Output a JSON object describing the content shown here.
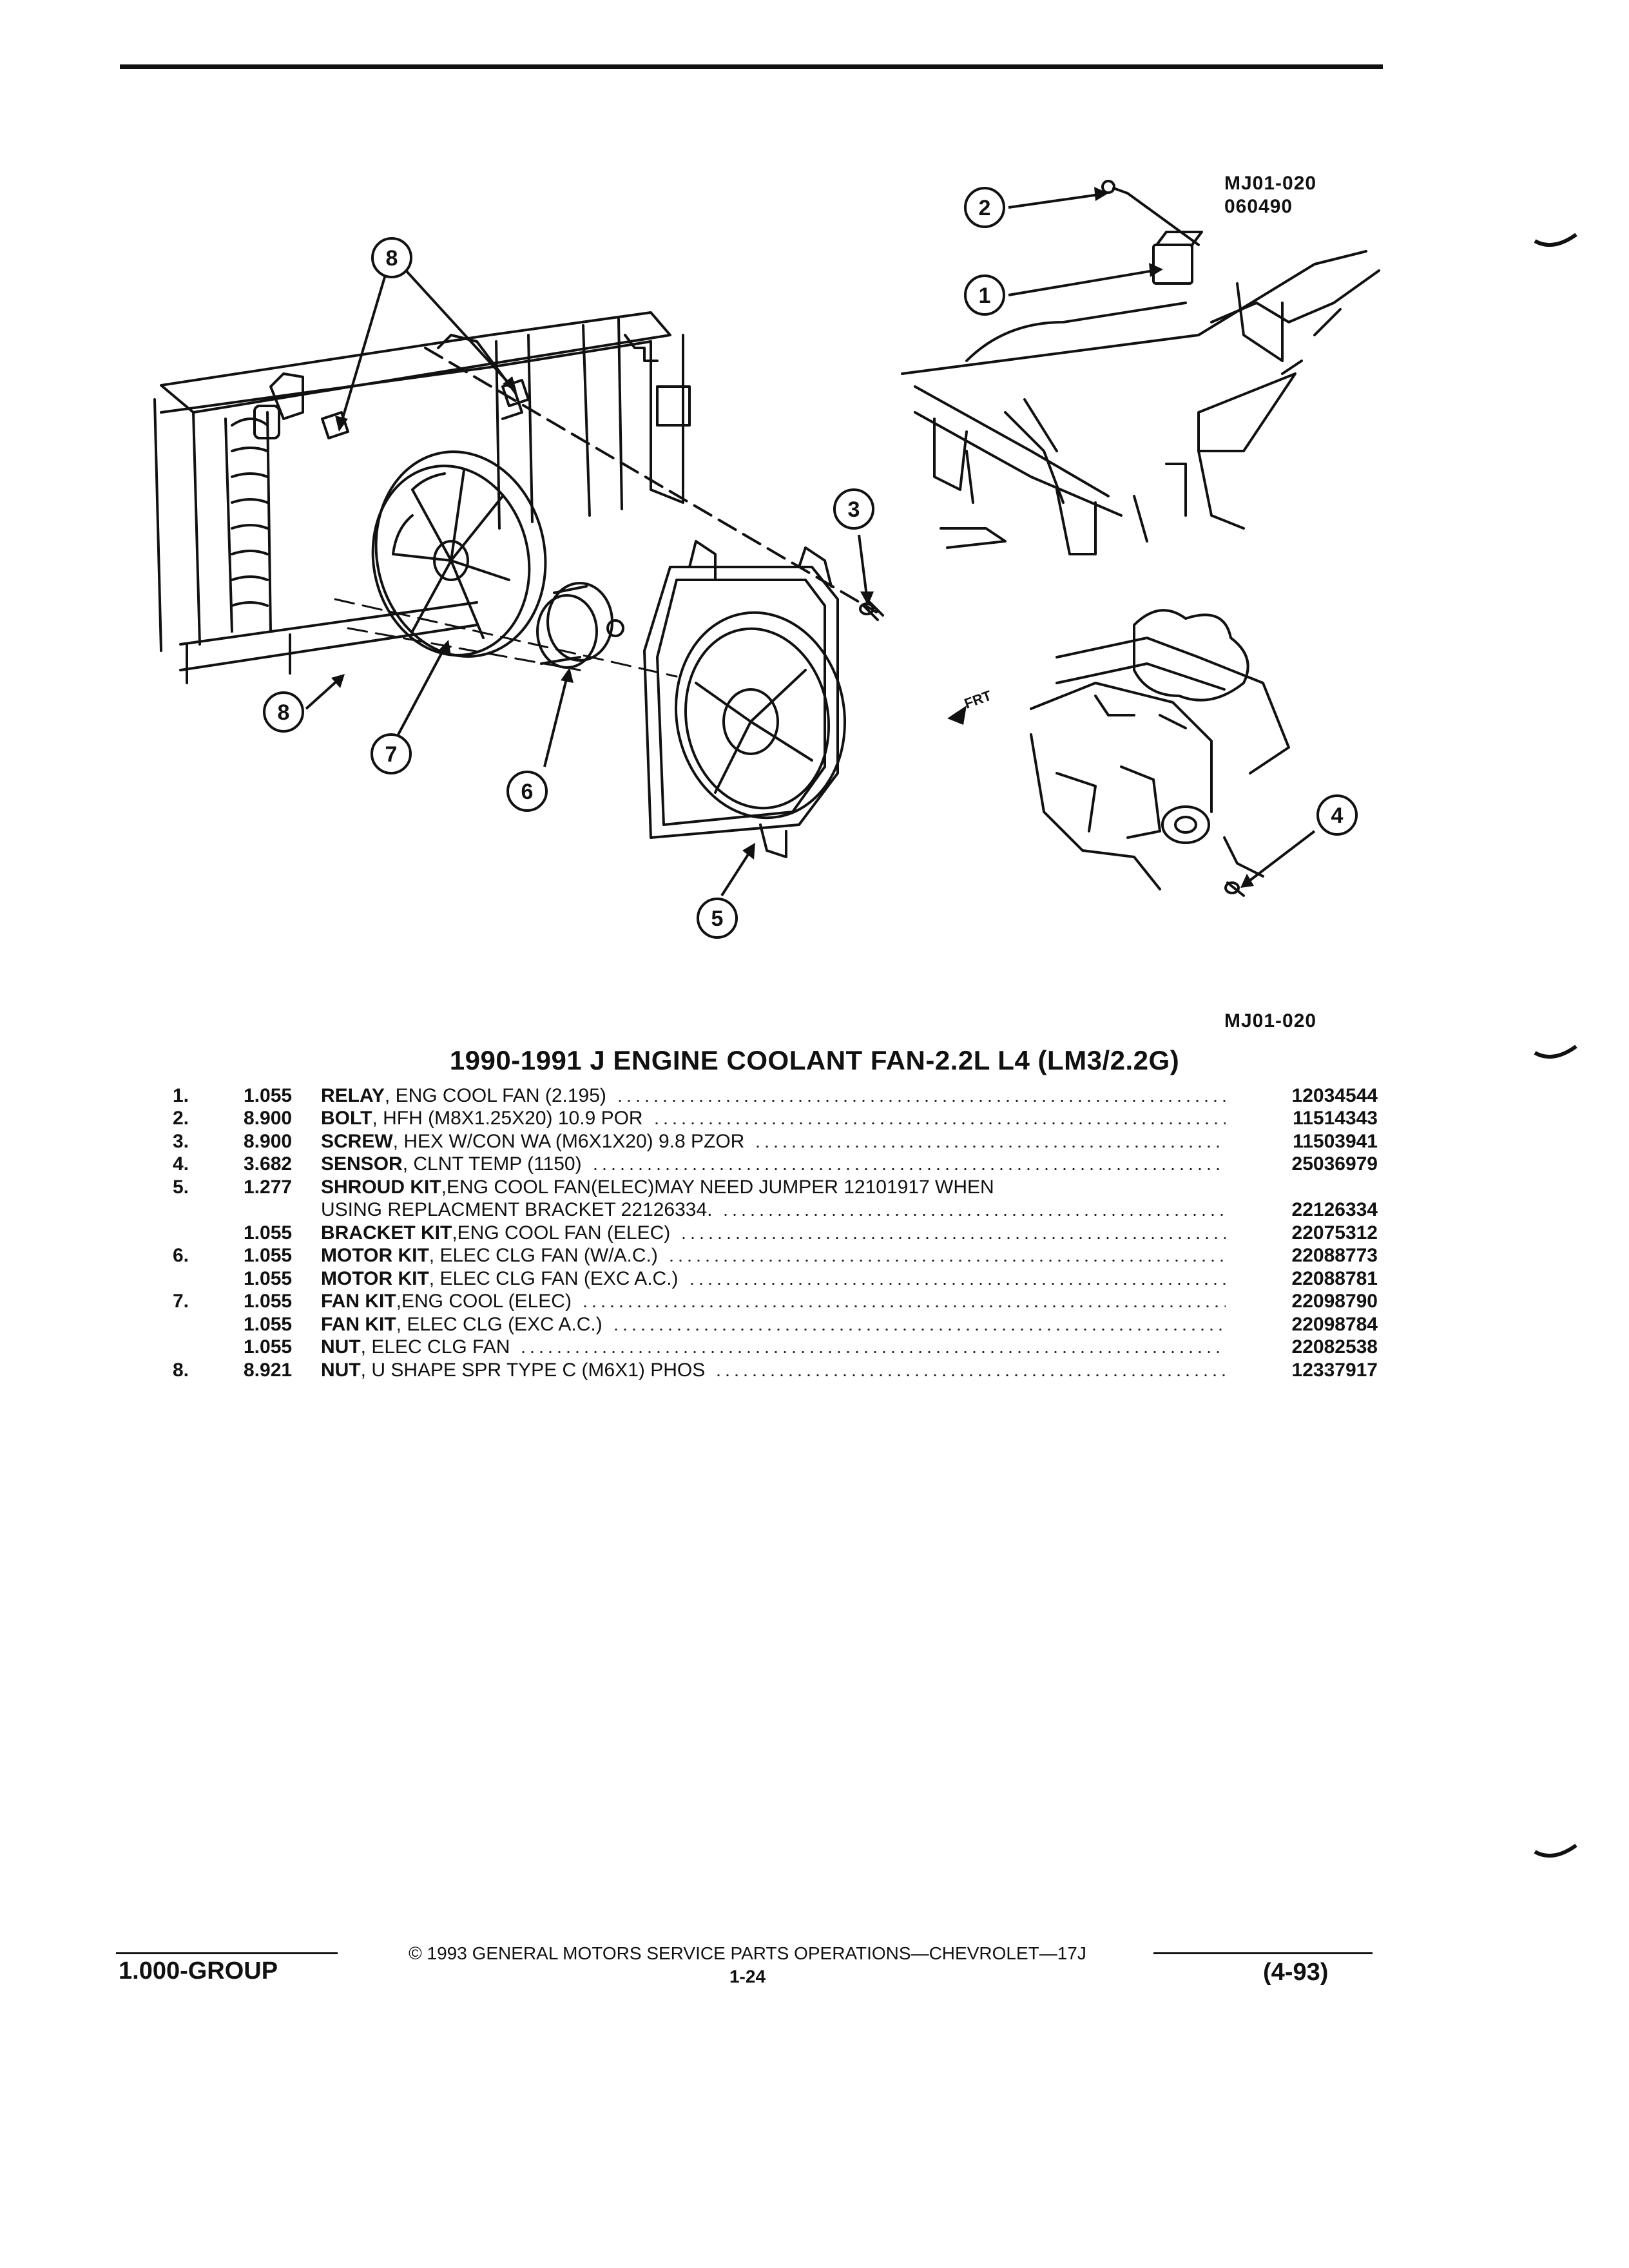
{
  "diagram": {
    "callout_code_top": "MJ01-020",
    "callout_date_top": "060490",
    "callout_code_bottom": "MJ01-020",
    "frt_label": "FRT",
    "callouts": [
      "1",
      "2",
      "3",
      "4",
      "5",
      "6",
      "7",
      "8"
    ]
  },
  "title": "1990-1991 J ENGINE COOLANT FAN-2.2L L4 (LM3/2.2G)",
  "parts": [
    {
      "num": "1.",
      "group": "1.055",
      "name": "RELAY",
      "desc": ", ENG COOL FAN (2.195)",
      "pn": "12034544",
      "dots": true
    },
    {
      "num": "2.",
      "group": "8.900",
      "name": "BOLT",
      "desc": ", HFH (M8X1.25X20) 10.9 POR",
      "pn": "11514343",
      "dots": true
    },
    {
      "num": "3.",
      "group": "8.900",
      "name": "SCREW",
      "desc": ", HEX W/CON WA (M6X1X20) 9.8 PZOR",
      "pn": "11503941",
      "dots": true
    },
    {
      "num": "4.",
      "group": "3.682",
      "name": "SENSOR",
      "desc": ", CLNT TEMP (1150)",
      "pn": "25036979",
      "dots": true
    },
    {
      "num": "5.",
      "group": "1.277",
      "name": "SHROUD KIT",
      "desc": ",ENG COOL FAN(ELEC)MAY NEED JUMPER 12101917 WHEN",
      "pn": "",
      "dots": false
    },
    {
      "num": "",
      "group": "",
      "name": "",
      "desc": "USING REPLACMENT BRACKET 22126334.",
      "pn": "22126334",
      "dots": true
    },
    {
      "num": "",
      "group": "1.055",
      "name": "BRACKET KIT",
      "desc": ",ENG COOL FAN (ELEC)",
      "pn": "22075312",
      "dots": true
    },
    {
      "num": "6.",
      "group": "1.055",
      "name": "MOTOR KIT",
      "desc": ", ELEC CLG FAN (W/A.C.)",
      "pn": "22088773",
      "dots": true
    },
    {
      "num": "",
      "group": "1.055",
      "name": "MOTOR KIT",
      "desc": ", ELEC CLG FAN (EXC A.C.)",
      "pn": "22088781",
      "dots": true
    },
    {
      "num": "7.",
      "group": "1.055",
      "name": "FAN KIT",
      "desc": ",ENG COOL (ELEC)",
      "pn": "22098790",
      "dots": true
    },
    {
      "num": "",
      "group": "1.055",
      "name": "FAN KIT",
      "desc": ", ELEC CLG (EXC A.C.)",
      "pn": "22098784",
      "dots": true
    },
    {
      "num": "",
      "group": "1.055",
      "name": "NUT",
      "desc": ", ELEC CLG FAN",
      "pn": "22082538",
      "dots": true
    },
    {
      "num": "8.",
      "group": "8.921",
      "name": "NUT",
      "desc": ", U SHAPE SPR TYPE C (M6X1) PHOS",
      "pn": "12337917",
      "dots": true
    }
  ],
  "footer": {
    "copyright": "© 1993 GENERAL MOTORS SERVICE PARTS OPERATIONS—CHEVROLET—17J",
    "page": "1-24",
    "group": "1.000-GROUP",
    "date": "(4-93)"
  }
}
